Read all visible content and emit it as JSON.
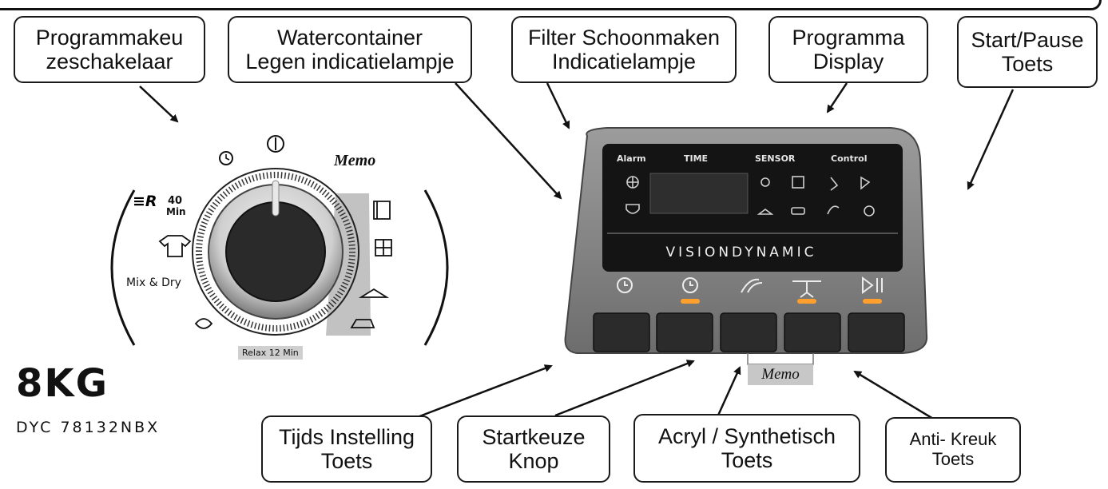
{
  "callouts": {
    "programmakeuze": {
      "line1": "Programmakeu",
      "line2": "zeschakelaar"
    },
    "watercontainer": {
      "line1": "Watercontainer",
      "line2": "Legen indicatielampje"
    },
    "filter": {
      "line1": "Filter Schoonmaken",
      "line2": "Indicatielampje"
    },
    "display": {
      "line1": "Programma",
      "line2": "Display"
    },
    "startpause": {
      "line1": "Start/Pause",
      "line2": "Toets"
    },
    "tijd": {
      "line1": "Tijds Instelling",
      "line2": "Toets"
    },
    "startkeuze": {
      "line1": "Startkeuze",
      "line2": "Knop"
    },
    "acryl": {
      "line1": "Acryl / Synthetisch",
      "line2": "Toets"
    },
    "antikreuk": {
      "line1": "Anti- Kreuk",
      "line2": "Toets"
    }
  },
  "dryer": {
    "capacity": "8KG",
    "model": "DYC 78132NBX",
    "dial": {
      "memo": "Memo",
      "min40": "40",
      "min40_unit": "Min",
      "mix_dry": "Mix & Dry",
      "relax": "Relax 12 Min"
    },
    "panel": {
      "alarm": "Alarm",
      "time": "TIME",
      "sensor": "SENSOR",
      "control": "Control",
      "brand": "VISIONDYNAMIC",
      "memo_tab": "Memo"
    }
  }
}
